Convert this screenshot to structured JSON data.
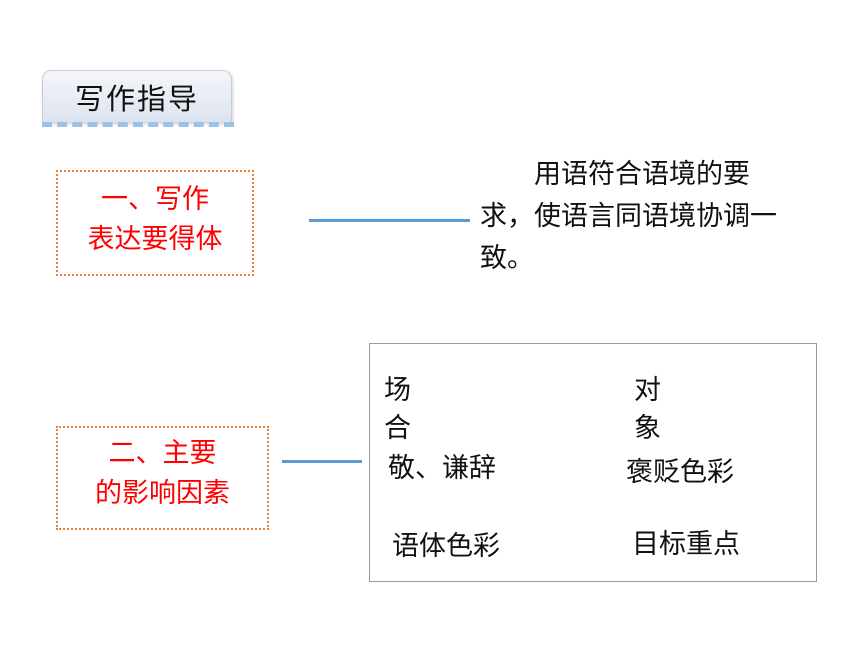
{
  "header": {
    "tab_label": "写作指导"
  },
  "section1": {
    "title_line1": "一、写作",
    "title_line2": "表达要得体",
    "description": "用语符合语境的要求，使语言同语境协调一致。"
  },
  "section2": {
    "title_line1": "二、主要",
    "title_line2": "的影响因素",
    "factors": [
      {
        "heading": "场合",
        "detail": "敬、谦辞"
      },
      {
        "heading": "对象",
        "detail": "褒贬色彩"
      },
      {
        "heading": "",
        "detail": "语体色彩"
      },
      {
        "heading": "",
        "detail": "目标重点"
      }
    ]
  },
  "colors": {
    "title_red": "#ff0000",
    "box_border_orange": "#e8823a",
    "connector_blue": "#5b9bd5",
    "tab_dash_blue": "#9cc2e4",
    "factor_box_gray": "#9a9a9a"
  }
}
